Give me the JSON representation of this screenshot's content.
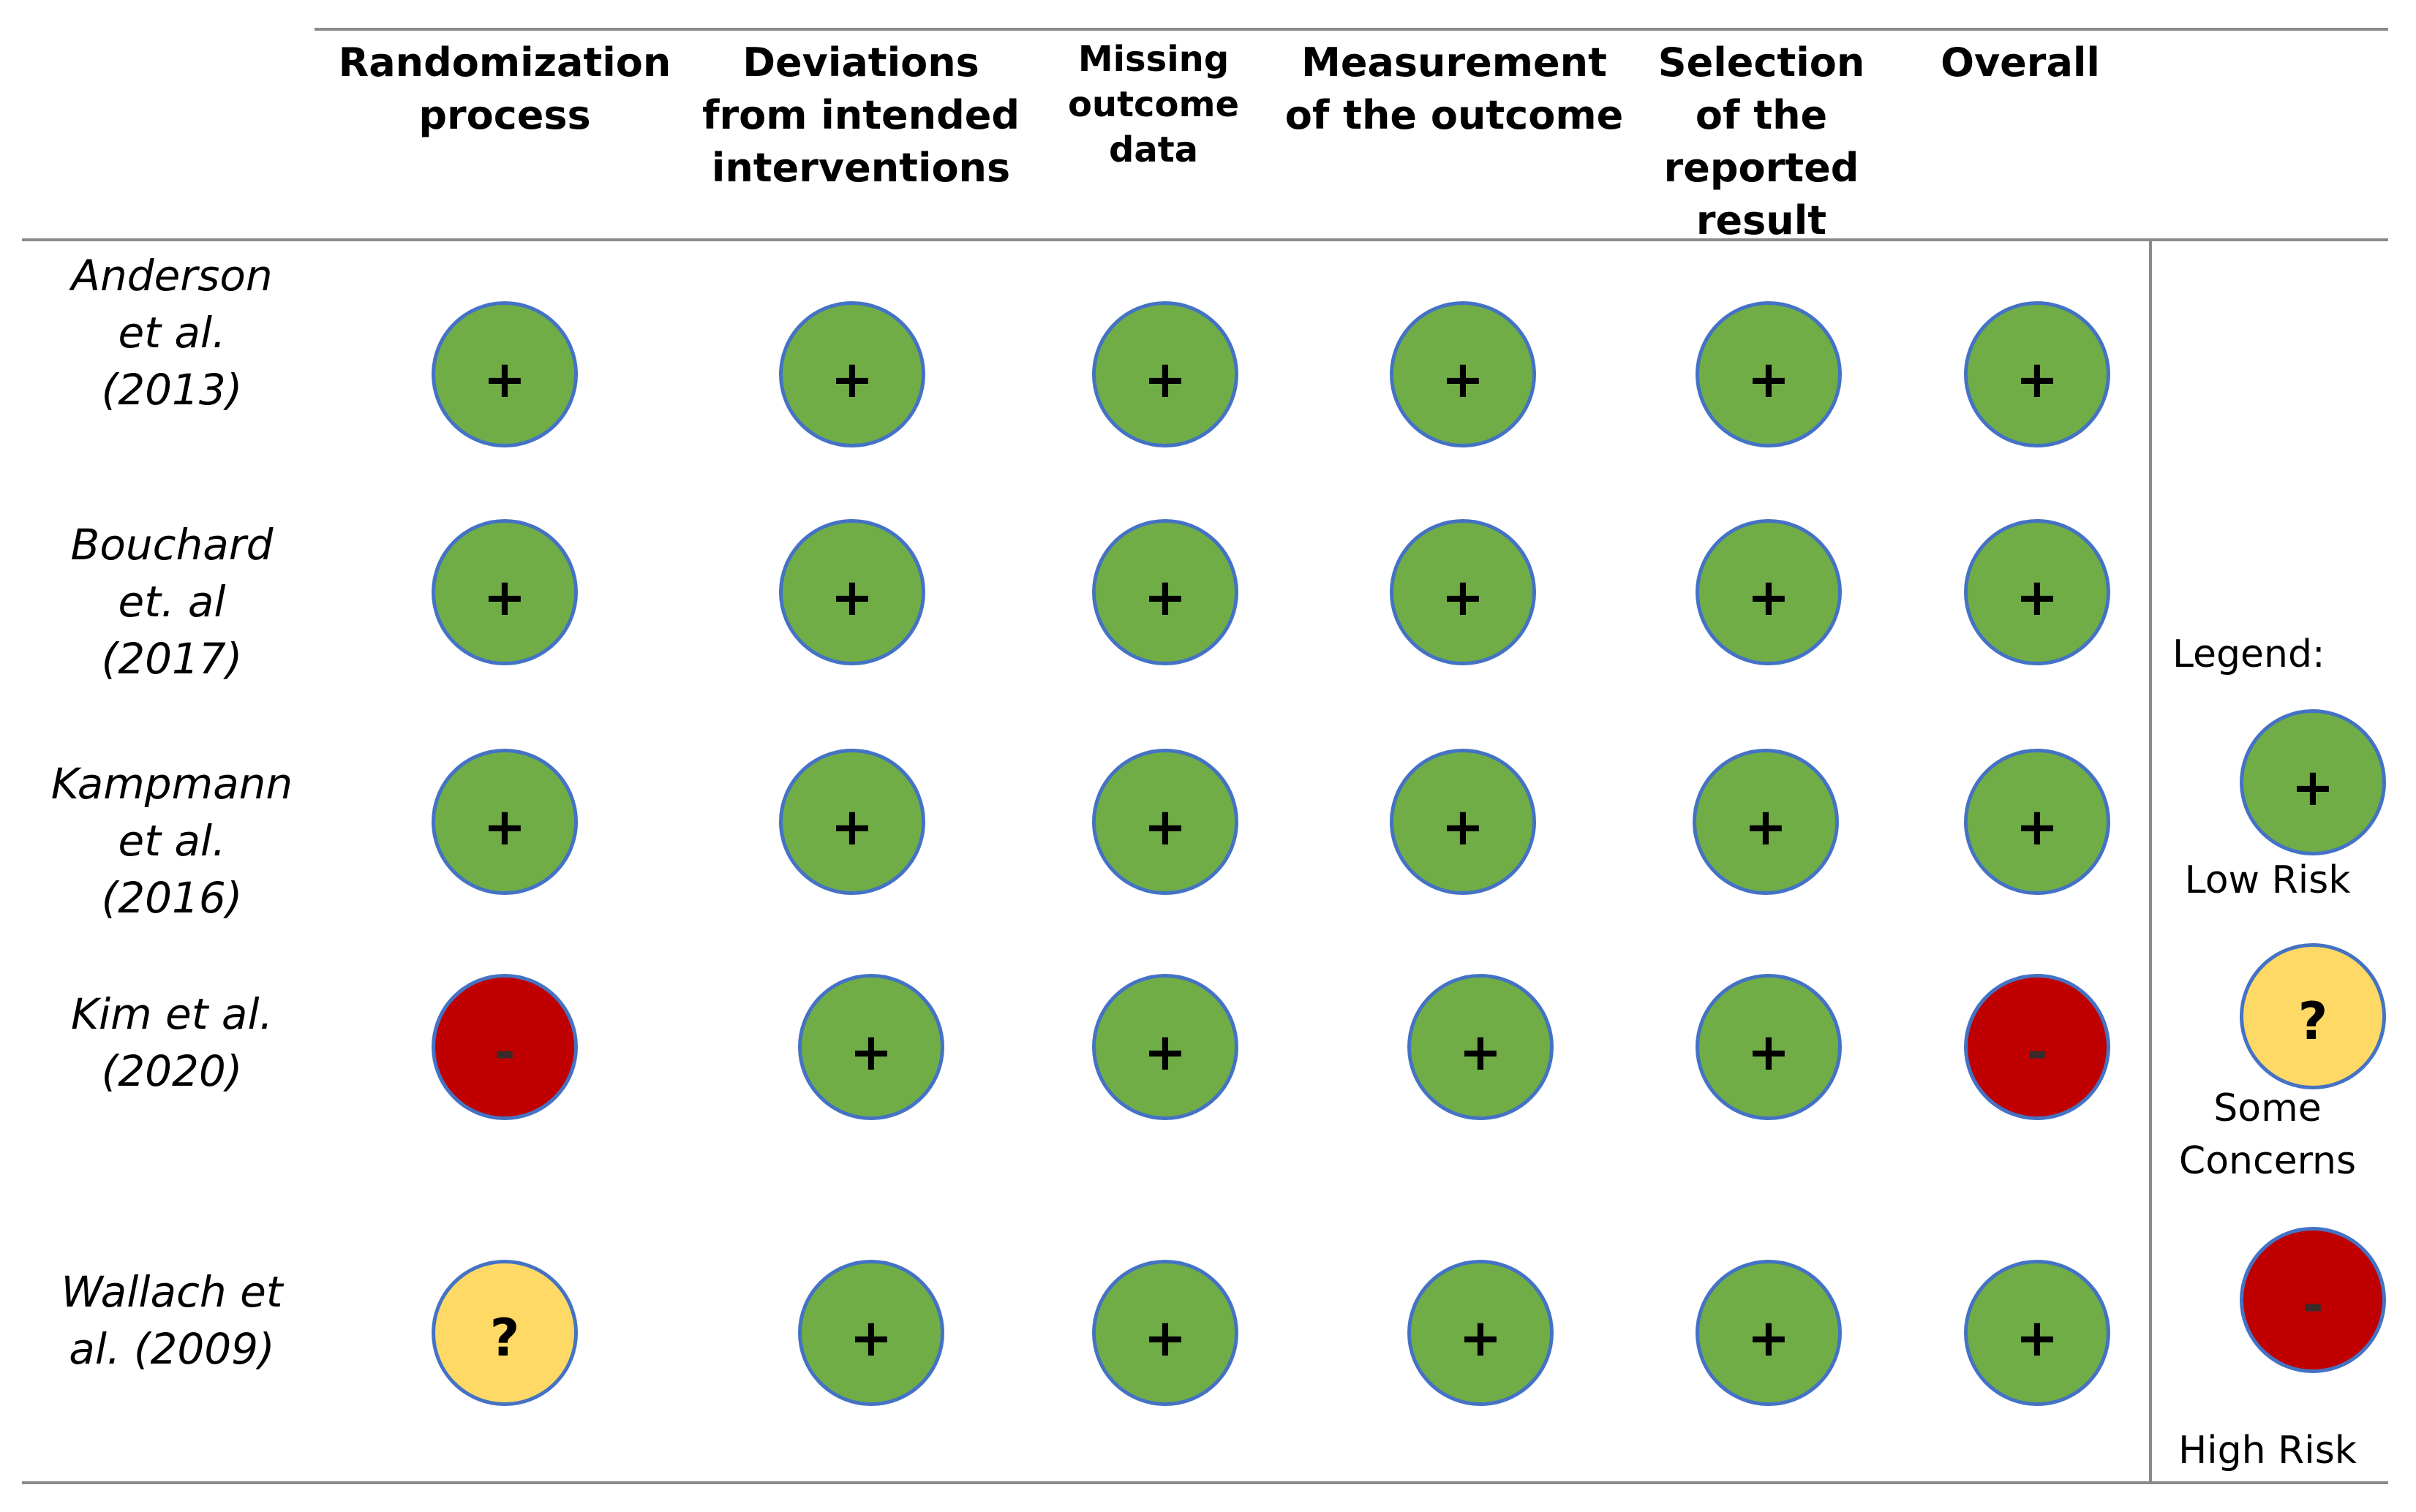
{
  "columns": [
    {
      "id": "randomization",
      "label": "Randomization\nprocess"
    },
    {
      "id": "deviations",
      "label": "Deviations\nfrom intended\ninterventions"
    },
    {
      "id": "missing",
      "label": "Missing\noutcome\ndata"
    },
    {
      "id": "measurement",
      "label": "Measurement\nof the outcome"
    },
    {
      "id": "selection",
      "label": "Selection\nof the\nreported\nresult"
    },
    {
      "id": "overall",
      "label": "Overall"
    }
  ],
  "studies": [
    {
      "label": "Anderson\net al.\n(2013)",
      "ratings": [
        "low",
        "low",
        "low",
        "low",
        "low",
        "low"
      ]
    },
    {
      "label": "Bouchard\net. al\n(2017)",
      "ratings": [
        "low",
        "low",
        "low",
        "low",
        "low",
        "low"
      ]
    },
    {
      "label": "Kampmann\net al.\n(2016)",
      "ratings": [
        "low",
        "low",
        "low",
        "low",
        "low",
        "low"
      ]
    },
    {
      "label": "Kim et al.\n(2020)",
      "ratings": [
        "high",
        "low",
        "low",
        "low",
        "low",
        "high"
      ]
    },
    {
      "label": "Wallach et\nal. (2009)",
      "ratings": [
        "some",
        "low",
        "low",
        "low",
        "low",
        "low"
      ]
    }
  ],
  "symbols": {
    "low": "+",
    "some": "?",
    "high": "-"
  },
  "colors": {
    "low": "#70ad47",
    "some": "#ffd966",
    "high": "#c00000",
    "outline": "#4472c4"
  },
  "legend": {
    "title": "Legend:",
    "items": [
      {
        "rating": "low",
        "label": "Low Risk"
      },
      {
        "rating": "some",
        "label": "Some\nConcerns"
      },
      {
        "rating": "high",
        "label": "High Risk"
      }
    ]
  }
}
